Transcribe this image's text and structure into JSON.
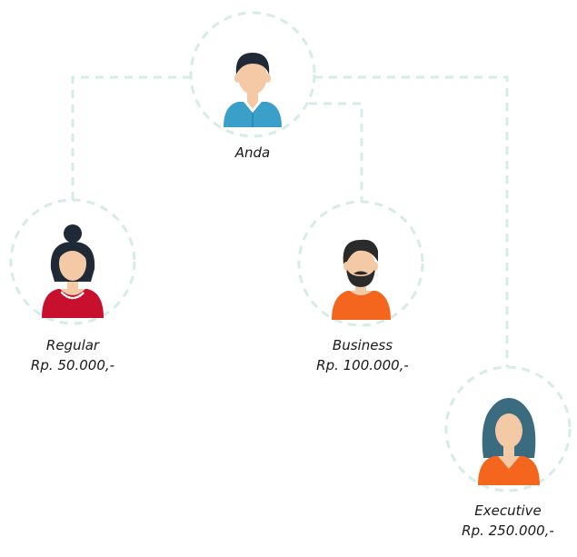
{
  "colors": {
    "connector": "#d6ece9",
    "circle_outline": "#d6ece9",
    "skin": "#f3c9a6",
    "you_shirt": "#3aa0c9",
    "regular_dress": "#c8102e",
    "business_shirt": "#f4651d",
    "executive_shirt": "#f4651d",
    "dark_hair": "#1f2a36",
    "blue_hair": "#3b6b7f"
  },
  "nodes": {
    "you": {
      "label": "Anda",
      "icon": "man-avatar-icon"
    },
    "regular": {
      "label": "Regular",
      "price": "Rp. 50.000,-",
      "icon": "woman-bun-avatar-icon"
    },
    "business": {
      "label": "Business",
      "price": "Rp. 100.000,-",
      "icon": "bearded-man-avatar-icon"
    },
    "executive": {
      "label": "Executive",
      "price": "Rp. 250.000,-",
      "icon": "woman-long-hair-avatar-icon"
    }
  }
}
